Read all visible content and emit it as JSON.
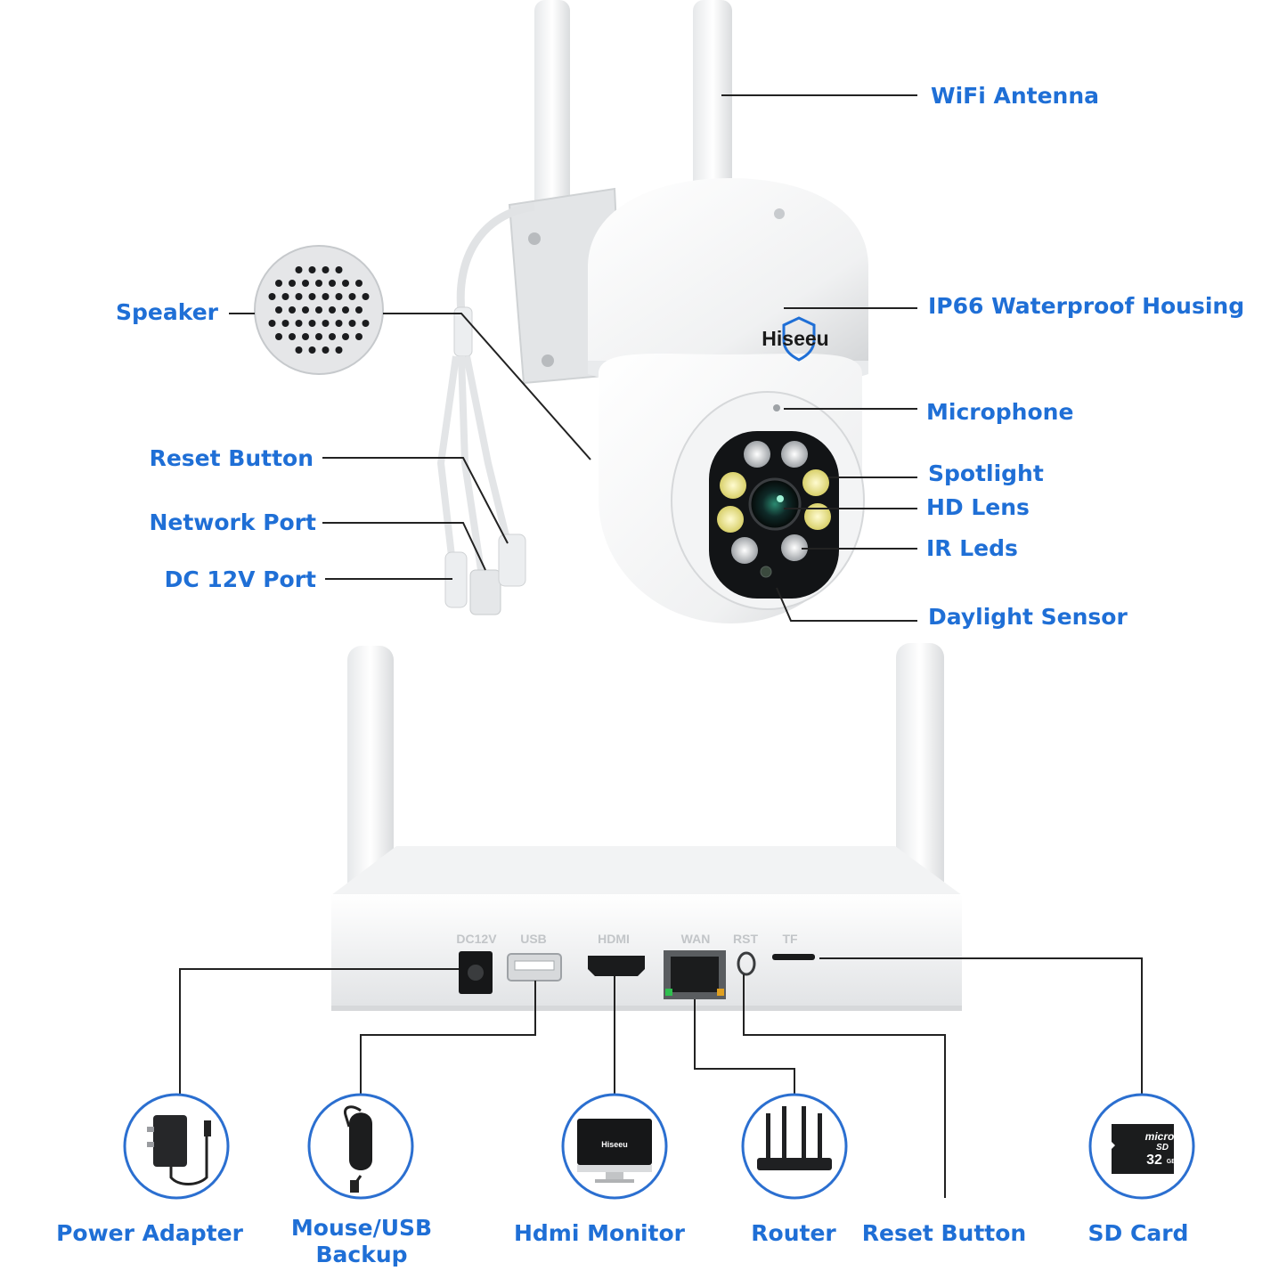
{
  "camera": {
    "brand": "Hiseeu",
    "labels": {
      "wifi_antenna": "WiFi Antenna",
      "housing": "IP66 Waterproof Housing",
      "microphone": "Microphone",
      "spotlight": "Spotlight",
      "hd_lens": "HD Lens",
      "ir_leds": "IR Leds",
      "daylight_sensor": "Daylight Sensor",
      "speaker": "Speaker",
      "reset_button": "Reset Button",
      "network_port": "Network Port",
      "dc_port": "DC 12V Port"
    }
  },
  "nvr": {
    "ports": {
      "dc": "DC12V",
      "usb": "USB",
      "hdmi": "HDMI",
      "wan": "WAN",
      "rst": "RST",
      "tf": "TF"
    }
  },
  "accessories": {
    "power_adapter": "Power Adapter",
    "mouse_line1": "Mouse/USB",
    "mouse_line2": "Backup",
    "hdmi_monitor": "Hdmi Monitor",
    "router": "Router",
    "reset_button": "Reset Button",
    "sd_card": "SD Card",
    "monitor_brand": "Hiseeu",
    "sd_line1": "micro",
    "sd_line2": "SD",
    "sd_capacity": "32",
    "sd_unit": "GB"
  },
  "colors": {
    "label_blue": "#1f6fd6",
    "circle_blue": "#2b6fd0",
    "line": "#222222"
  }
}
